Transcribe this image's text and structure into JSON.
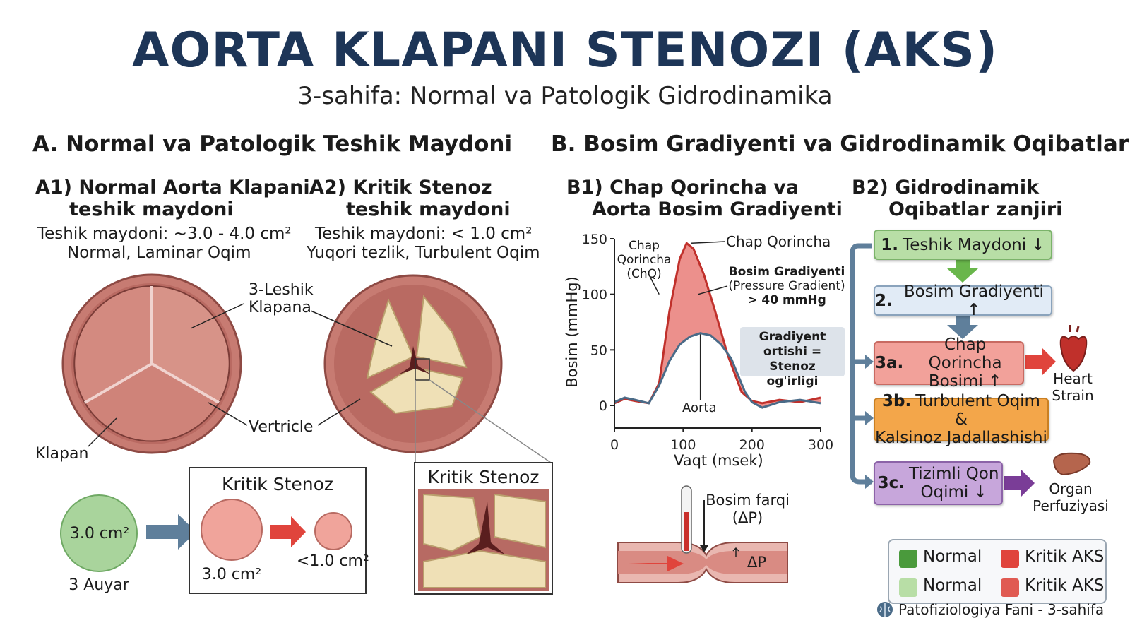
{
  "header": {
    "title": "AORTA KLAPANI STENOZI (AKS)",
    "subtitle": "3-sahifa: Normal va Patologik Gidrodinamika"
  },
  "section_a": {
    "title": "A. Normal va Patologik Teshik Maydoni",
    "a1": {
      "title_line1": "A1) Normal Aorta Klapani",
      "title_line2": "teshik maydoni",
      "area_line": "Teshik maydoni: ~3.0 - 4.0 cm²",
      "flow_line": "Normal, Laminar Oqim"
    },
    "a2": {
      "title_line1": "A2) Kritik Stenoz",
      "title_line2": "teshik maydoni",
      "area_line": "Teshik maydoni: < 1.0 cm²",
      "flow_line": "Yuqori tezlik, Turbulent Oqim"
    },
    "labels": {
      "leaflet_line1": "3-Leshik",
      "leaflet_line2": "Klapana",
      "vertricle": "Vertricle",
      "klapan": "Klapan"
    },
    "comparison": {
      "normal_value": "3.0 cm²",
      "normal_caption": "3 Auyar",
      "box_title": "Kritik Stenoz",
      "box_left_value": "3.0 cm²",
      "box_right_value": "<1.0 cm²",
      "zoom_title": "Kritik Stenoz"
    }
  },
  "section_b": {
    "title": "B. Bosim Gradiyenti va Gidrodinamik Oqibatlar",
    "b1": {
      "title_line1": "B1) Chap Qorincha va",
      "title_line2": "Aorta Bosim Gradiyenti"
    },
    "b2": {
      "title_line1": "B2) Gidrodinamik",
      "title_line2": "Oqibatlar zanjiri"
    },
    "pressure_diagram": {
      "label_line1": "Bosim farqi",
      "label_line2": "(ΔP)",
      "delta": "ΔP"
    },
    "chain": {
      "step1_num": "1.",
      "step1_text": "Teshik Maydoni ↓",
      "step2_num": "2.",
      "step2_text": "Bosim Gradiyenti ↑",
      "step3a_num": "3a.",
      "step3a_line1": "Chap Qorincha",
      "step3a_line2": "Bosimi ↑",
      "step3b_num": "3b.",
      "step3b_line1": "Turbulent Oqim &",
      "step3b_line2": "Kalsinoz Jadallashishi",
      "step3c_num": "3c.",
      "step3c_line1": "Tizimli Qon",
      "step3c_line2": "Oqimi ↓",
      "heart_line1": "Heart",
      "heart_line2": "Strain",
      "organ_line1": "Organ",
      "organ_line2": "Perfuziyasi"
    },
    "legend": {
      "items": [
        "Normal",
        "Kritik AKS",
        "Normal",
        "Kritik AKS"
      ]
    }
  },
  "colors": {
    "title": "#1d3557",
    "valve": "#c77b72",
    "calcium": "#efe0b6",
    "lv_fill": "#e56b66",
    "aorta_line": "#4a6b88",
    "green": "#a9d49c",
    "blue_box": "#dfe9f4",
    "red_box": "#f2a19a",
    "orange_box": "#f3a64a",
    "purple_box": "#c7a6db"
  },
  "footer": {
    "text": "Patofiziologiya Fani - 3-sahifa"
  },
  "chart_data": {
    "type": "line",
    "xlabel": "Vaqt (msek)",
    "ylabel": "Bosim (mmHg)",
    "xlim": [
      0,
      300
    ],
    "ylim": [
      0,
      150
    ],
    "x_ticks": [
      0,
      100,
      200,
      300
    ],
    "y_ticks": [
      0,
      50,
      100,
      150
    ],
    "series": [
      {
        "name": "Chap Qorincha",
        "x": [
          0,
          15,
          30,
          50,
          65,
          80,
          95,
          105,
          115,
          130,
          145,
          165,
          185,
          200,
          215,
          240,
          270,
          300
        ],
        "y": [
          2,
          6,
          4,
          2,
          20,
          85,
          132,
          146,
          141,
          118,
          88,
          45,
          12,
          4,
          2,
          5,
          3,
          7
        ]
      },
      {
        "name": "Aorta",
        "x": [
          0,
          15,
          30,
          50,
          65,
          80,
          95,
          110,
          125,
          140,
          155,
          170,
          190,
          200,
          215,
          240,
          270,
          300
        ],
        "y": [
          3,
          7,
          5,
          2,
          18,
          40,
          55,
          62,
          65,
          63,
          55,
          42,
          12,
          3,
          -2,
          3,
          5,
          2
        ]
      }
    ],
    "annotations": {
      "lv_short_line1": "Chap",
      "lv_short_line2": "Qorincha",
      "lv_short_line3": "(ChQ)",
      "gradient_line1": "Bosim Gradiyenti",
      "gradient_line2": "(Pressure Gradient)",
      "gradient_line3": "> 40 mmHg",
      "box_line1": "Gradiyent",
      "box_line2": "ortishi = Stenoz",
      "box_line3": "og'irligi"
    }
  }
}
